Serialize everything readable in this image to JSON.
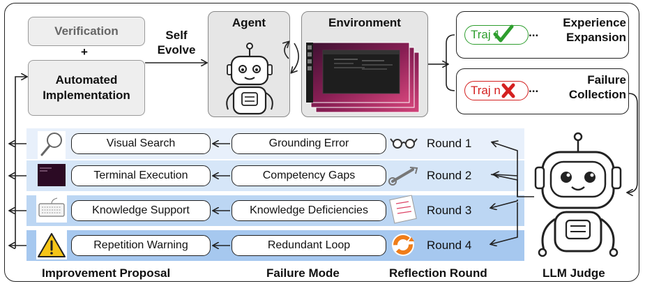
{
  "top": {
    "verification_label": "Verification",
    "plus": "+",
    "automated_label_1": "Automated",
    "automated_label_2": "Implementation",
    "self_evolve_1": "Self",
    "self_evolve_2": "Evolve",
    "agent_title": "Agent",
    "environment_title": "Environment",
    "traj_success_label": "Traj 1",
    "traj_success_dots": "...",
    "experience_1": "Experience",
    "experience_2": "Expansion",
    "traj_fail_label": "Traj n",
    "traj_fail_dots": "...",
    "failure_1": "Failure",
    "failure_2": "Collection",
    "success_mark_icon": "check-icon",
    "fail_mark_icon": "cross-icon"
  },
  "rows": [
    {
      "proposal": "Visual Search",
      "failure": "Grounding Error",
      "round": "Round 1",
      "proposal_icon": "magnifier-icon",
      "reflection_icon": "glasses-icon",
      "band_color": "#e8f0fb"
    },
    {
      "proposal": "Terminal Execution",
      "failure": "Competency Gaps",
      "round": "Round 2",
      "proposal_icon": "terminal-icon",
      "reflection_icon": "wrench-icon",
      "band_color": "#d6e6f8"
    },
    {
      "proposal": "Knowledge Support",
      "failure": "Knowledge Deficiencies",
      "round": "Round 3",
      "proposal_icon": "keyboard-icon",
      "reflection_icon": "checklist-icon",
      "band_color": "#bcd6f3"
    },
    {
      "proposal": "Repetition Warning",
      "failure": "Redundant Loop",
      "round": "Round 4",
      "proposal_icon": "warning-icon",
      "reflection_icon": "loop-icon",
      "band_color": "#a6c8ef"
    }
  ],
  "columns": {
    "improvement": "Improvement Proposal",
    "failure_mode": "Failure Mode",
    "reflection": "Reflection Round",
    "judge": "LLM Judge"
  },
  "colors": {
    "success": "#2e9e2e",
    "fail": "#d42020",
    "warning": "#f5c518",
    "loop": "#ef7d1a"
  }
}
